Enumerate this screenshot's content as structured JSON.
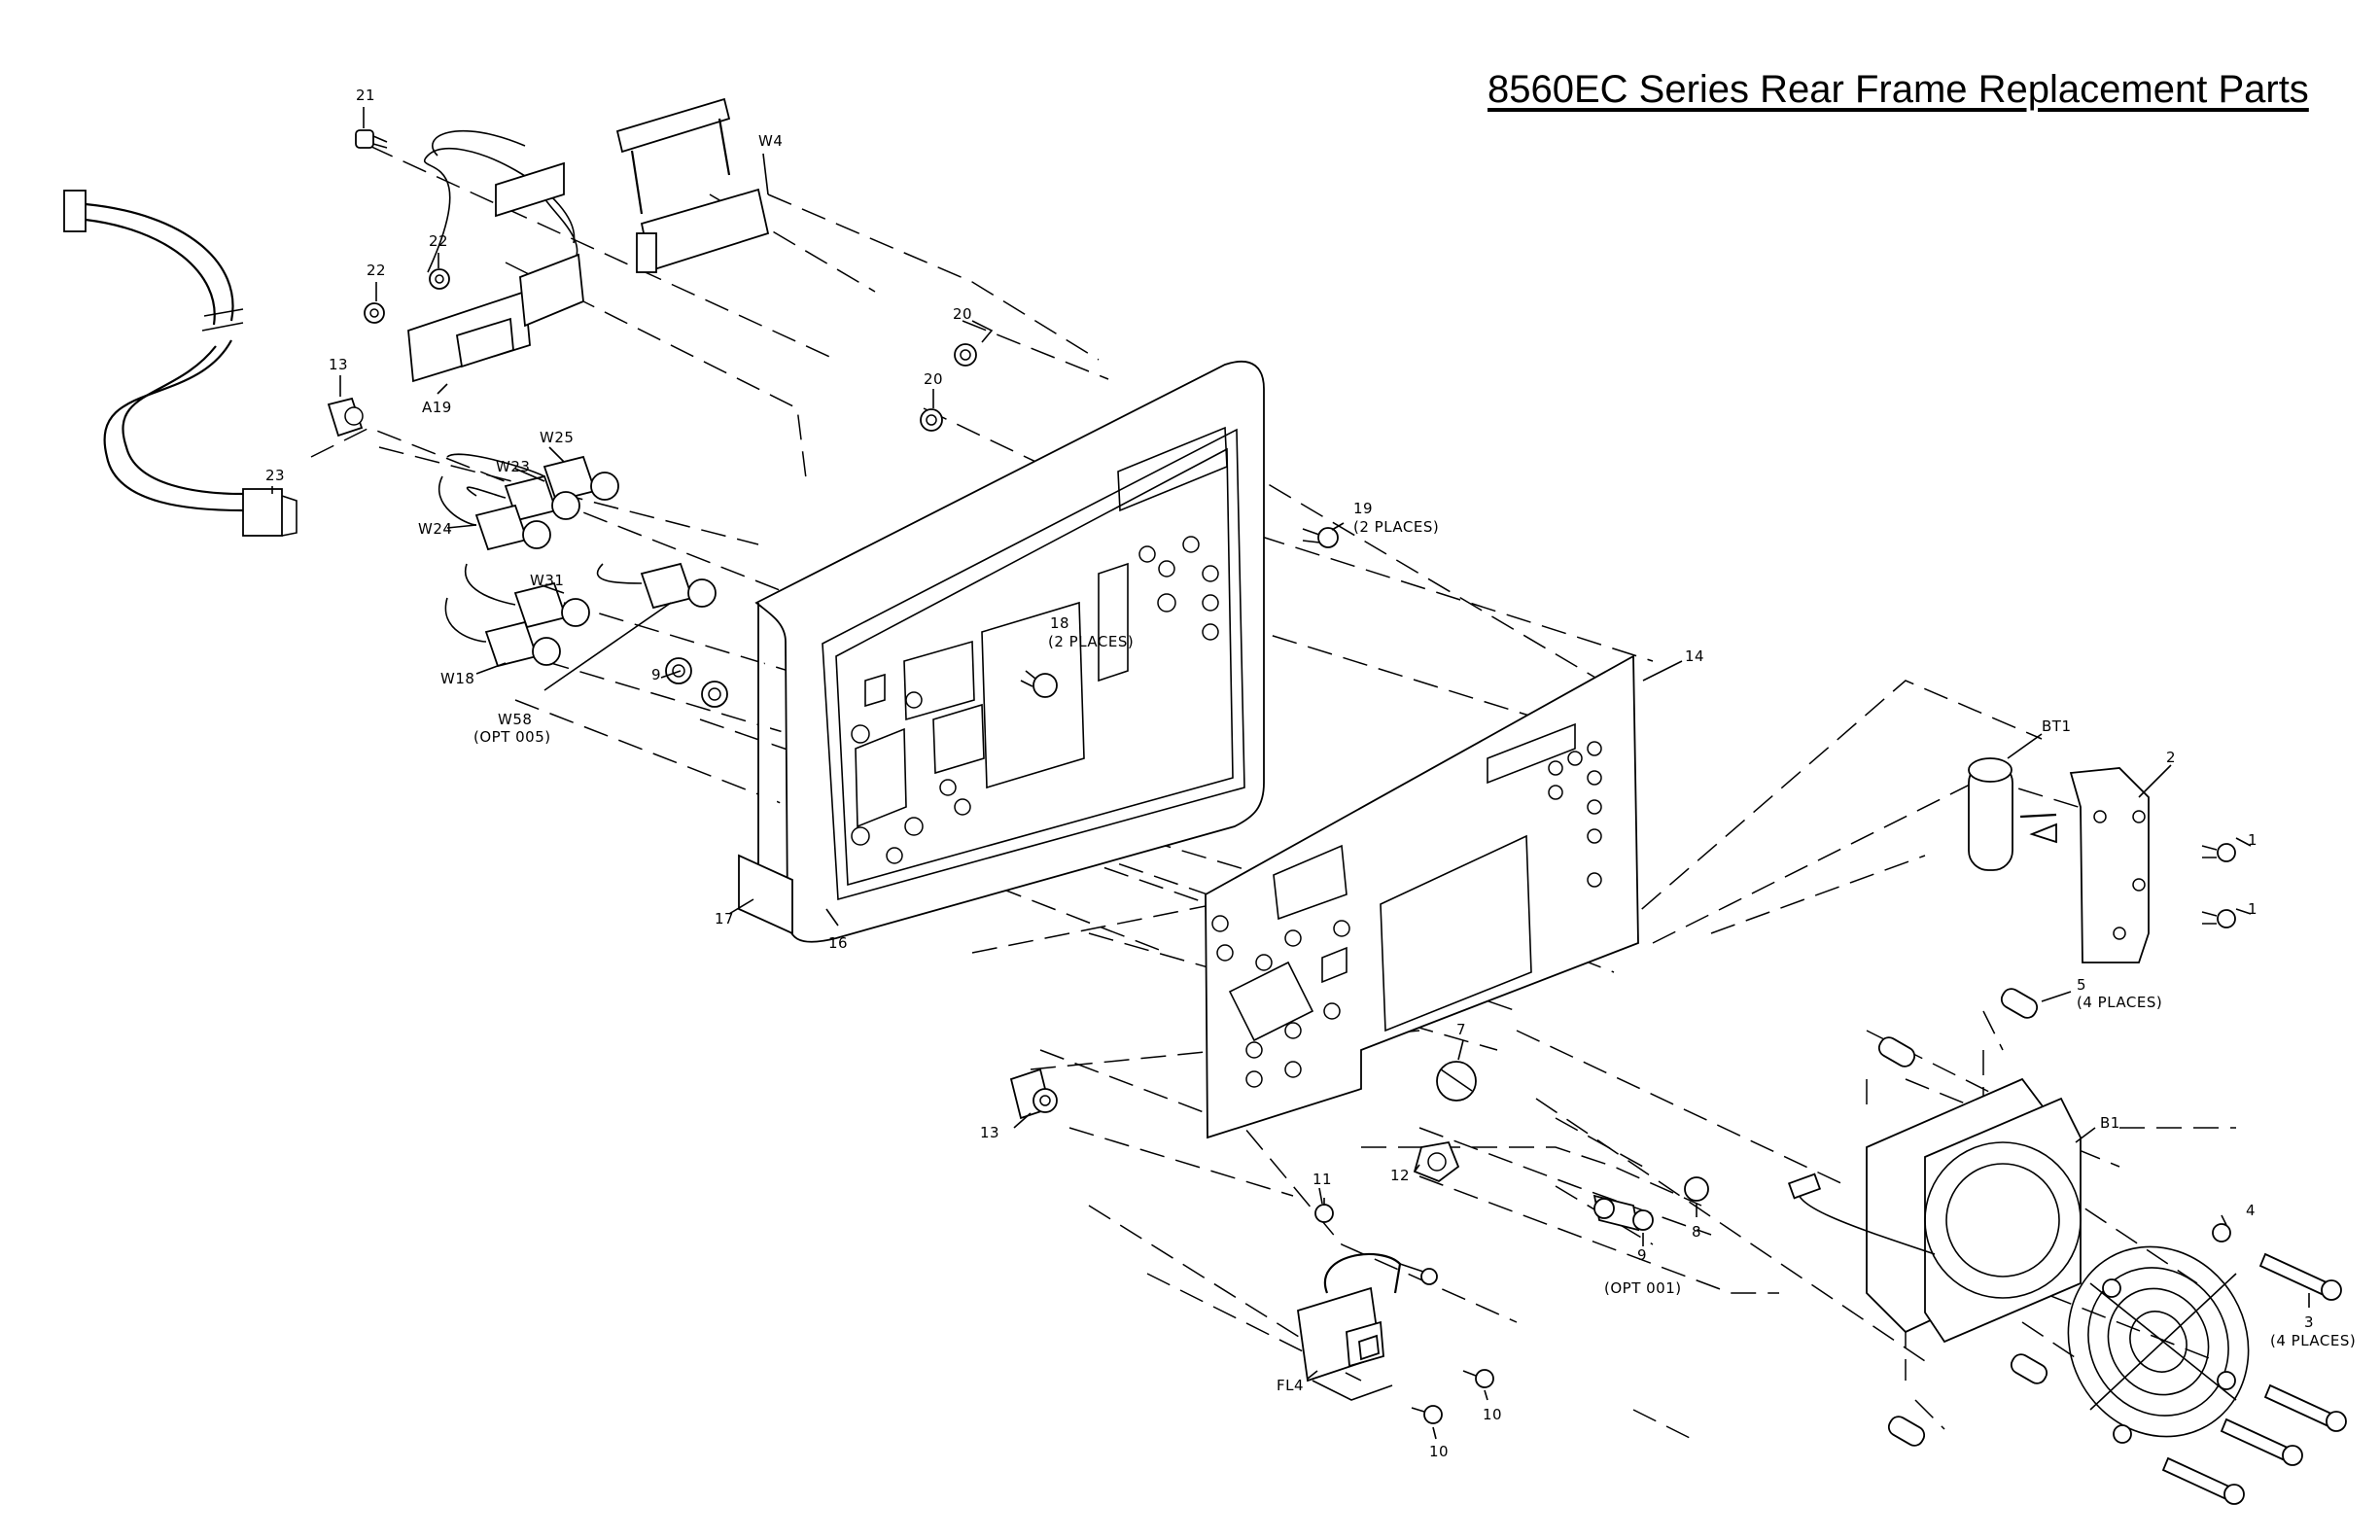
{
  "title": "8560EC Series Rear Frame Replacement Parts",
  "labels": {
    "l21": "21",
    "l22a": "22",
    "l22b": "22",
    "l13a": "13",
    "l23": "23",
    "lA19": "A19",
    "lW4": "W4",
    "l20a": "20",
    "l20b": "20",
    "lW25": "W25",
    "lW23": "W23",
    "lW24": "W24",
    "lW31": "W31",
    "lW18": "W18",
    "lW58": "W58",
    "lW58opt": "(OPT 005)",
    "l9a": "9",
    "l17": "17",
    "l16": "16",
    "l18": "18",
    "l18p": "(2 PLACES)",
    "l19": "19",
    "l19p": "(2 PLACES)",
    "l14": "14",
    "lBT1": "BT1",
    "l2": "2",
    "l1a": "1",
    "l1b": "1",
    "l5": "5",
    "l5p": "(4 PLACES)",
    "l7": "7",
    "l12": "12",
    "l13b": "13",
    "l8": "8",
    "l9b": "9",
    "l9bopt": "(OPT 001)",
    "l11": "11",
    "lFL4": "FL4",
    "l10a": "10",
    "l10b": "10",
    "lB1": "B1",
    "l4": "4",
    "l3": "3",
    "l3p": "(4 PLACES)"
  }
}
